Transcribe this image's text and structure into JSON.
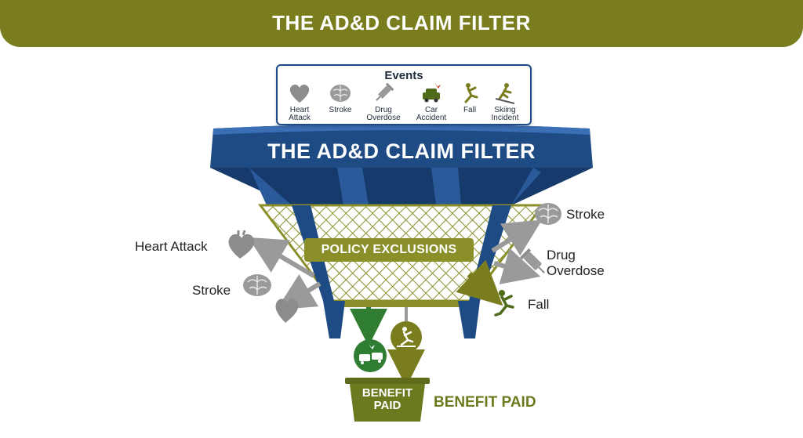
{
  "header": {
    "title": "THE AD&D CLAIM FILTER"
  },
  "events": {
    "title": "Events",
    "items": [
      {
        "label_line1": "Heart",
        "label_line2": "Attack",
        "icon": "heart-icon"
      },
      {
        "label_line1": "Stroke",
        "label_line2": "",
        "icon": "brain-icon"
      },
      {
        "label_line1": "Drug",
        "label_line2": "Overdose",
        "icon": "syringe-icon"
      },
      {
        "label_line1": "Car",
        "label_line2": "Accident",
        "icon": "car-crash-icon"
      },
      {
        "label_line1": "Fall",
        "label_line2": "",
        "icon": "falling-person-icon"
      },
      {
        "label_line1": "Skiing",
        "label_line2": "Incident",
        "icon": "skier-icon"
      }
    ]
  },
  "funnel": {
    "title": "THE AD&D CLAIM FILTER",
    "net_label": "POLICY EXCLUSIONS"
  },
  "rejected_left": [
    {
      "label": "Heart Attack",
      "icon": "heart-icon"
    },
    {
      "label": "Stroke",
      "icon": "brain-icon"
    }
  ],
  "rejected_right": [
    {
      "label": "Stroke",
      "icon": "brain-icon"
    },
    {
      "label_line1": "Drug",
      "label_line2": "Overdose",
      "icon": "syringe-icon"
    },
    {
      "label": "Fall",
      "icon": "falling-person-icon"
    }
  ],
  "outcome": {
    "bucket_line1": "BENEFIT",
    "bucket_line2": "PAID",
    "side_label": "BENEFIT PAID"
  },
  "colors": {
    "banner": "#7a7d1e",
    "funnel_blue": "#1f4b85",
    "funnel_dark": "#163a6b",
    "olive": "#8a8f2a",
    "green": "#2e7d32",
    "gray_icon": "#8c8c8c"
  }
}
